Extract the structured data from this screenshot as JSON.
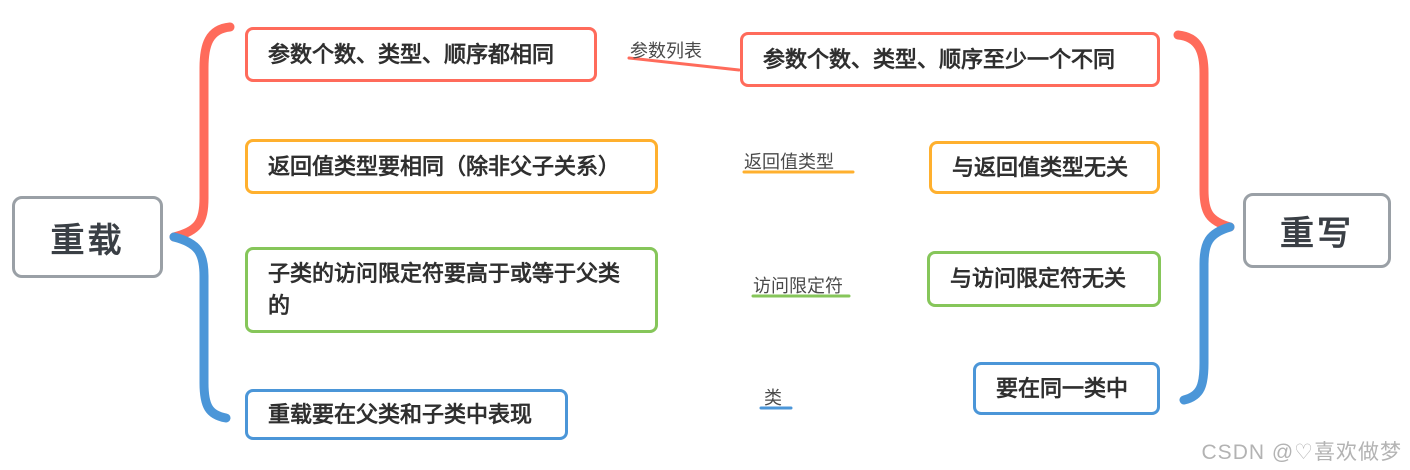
{
  "diagram": {
    "left_node": {
      "label": "重载"
    },
    "right_node": {
      "label": "重写"
    },
    "left_items": [
      {
        "text": "参数个数、类型、顺序都相同",
        "color": "#ff6b5b"
      },
      {
        "text": "返回值类型要相同（除非父子关系）",
        "color": "#ffb02e"
      },
      {
        "text": "子类的访问限定符要高于或等于父类的",
        "color": "#86c65a"
      },
      {
        "text": "重载要在父类和子类中表现",
        "color": "#4b96d8"
      }
    ],
    "relations": [
      {
        "text": "参数列表",
        "color": "#ff6b5b"
      },
      {
        "text": "返回值类型",
        "color": "#ffb02e"
      },
      {
        "text": "访问限定符",
        "color": "#86c65a"
      },
      {
        "text": "类",
        "color": "#4b96d8"
      }
    ],
    "right_items": [
      {
        "text": "参数个数、类型、顺序至少一个不同",
        "color": "#ff6b5b"
      },
      {
        "text": "与返回值类型无关",
        "color": "#ffb02e"
      },
      {
        "text": "与访问限定符无关",
        "color": "#86c65a"
      },
      {
        "text": "要在同一类中",
        "color": "#4b96d8"
      }
    ],
    "brace_colors": {
      "top": "#ff6b5b",
      "bottom": "#4b96d8"
    },
    "node_border_color": "#9aa0a6"
  },
  "watermark": {
    "text": "CSDN @♡喜欢做梦"
  }
}
